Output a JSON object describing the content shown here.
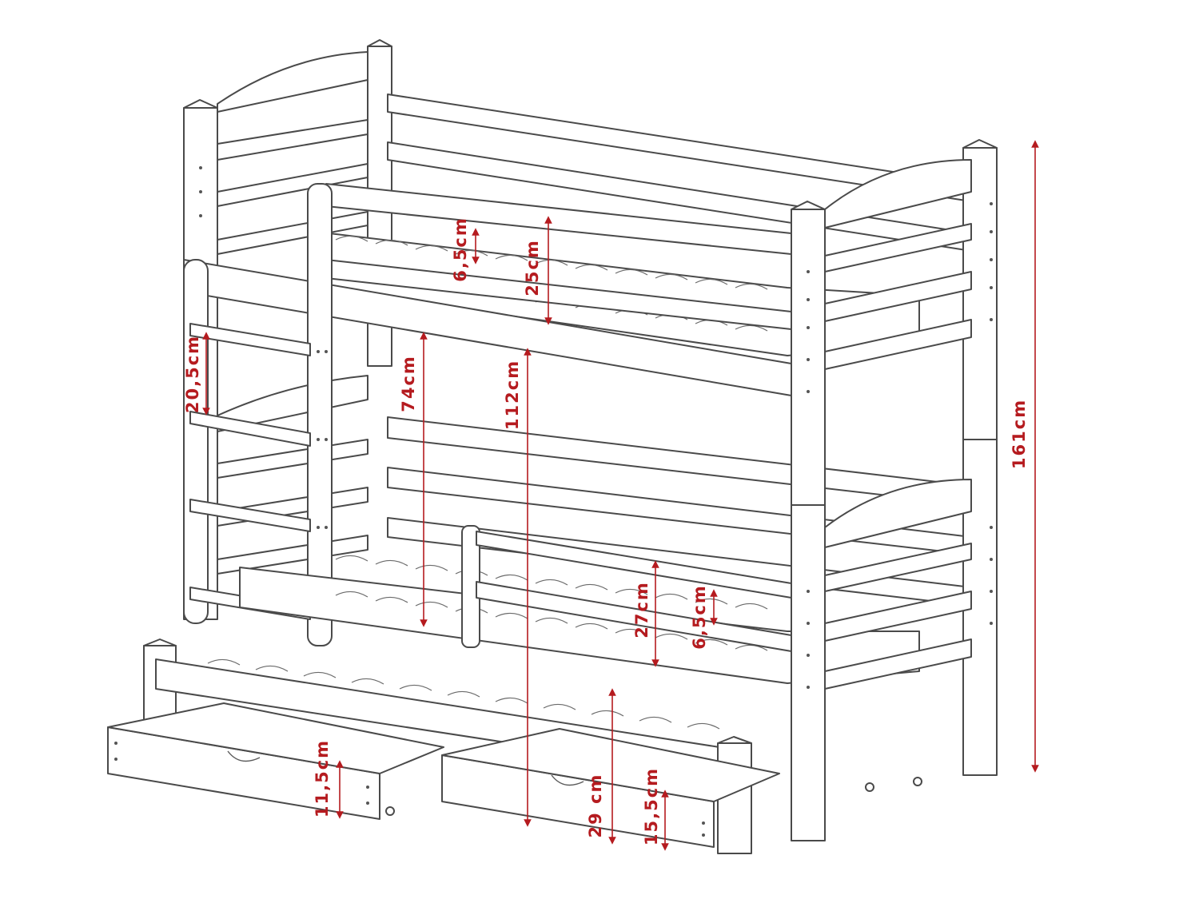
{
  "accent_color": "#b51b1f",
  "dimensions": {
    "safety_rail_gap_top": "6,5cm",
    "top_rail_height": "25cm",
    "ladder_step": "20,5cm",
    "lower_clearance": "74cm",
    "top_bed_height": "112cm",
    "total_height": "161cm",
    "middle_rail_height": "27cm",
    "safety_rail_gap_middle": "6,5cm",
    "drawer_height_left": "11,5cm",
    "trundle_height": "29 cm",
    "drawer_height_right": "15,5cm"
  }
}
